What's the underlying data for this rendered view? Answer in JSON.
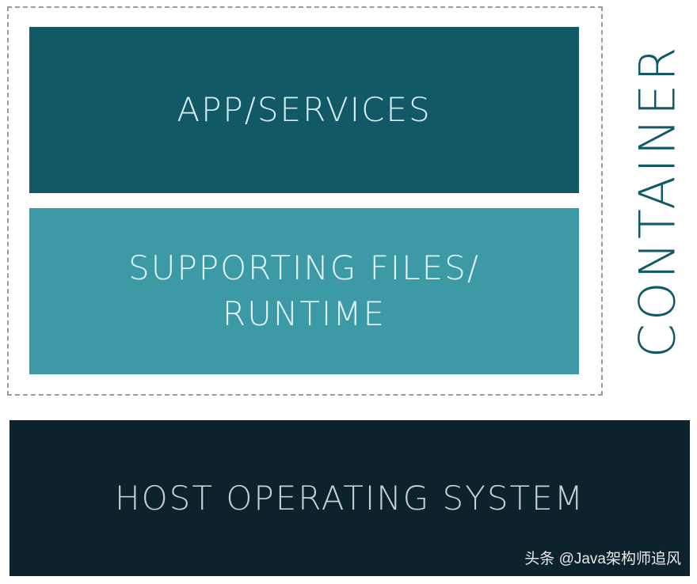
{
  "diagram": {
    "layers": {
      "app": {
        "label": "APP/SERVICES"
      },
      "runtime": {
        "line1": "SUPPORTING FILES/",
        "line2": "RUNTIME"
      },
      "host": {
        "label": "HOST OPERATING SYSTEM"
      }
    },
    "container_label": "CONTAINER",
    "watermark": "头条 @Java架构师追风"
  },
  "colors": {
    "app_layer": "#115966",
    "runtime_layer": "#3c9aa6",
    "host_layer": "#0d232b",
    "container_text": "#115966",
    "dashed_border": "#9a9aa0"
  }
}
